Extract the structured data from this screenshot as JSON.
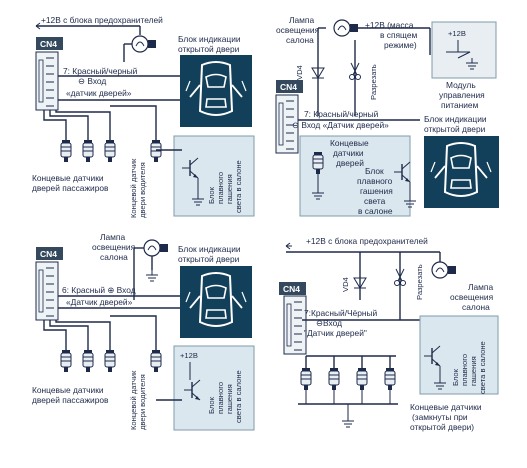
{
  "colors": {
    "ink": "#1e2a4a",
    "panel": "#dbe7ee",
    "indicator": "#123f5a",
    "connector_tag": "#34495e"
  },
  "icons": [
    "lamp-icon",
    "car-top-view-icon",
    "scissors-icon",
    "diode-icon",
    "transistor-icon",
    "ground-icon",
    "door-switch-icon"
  ],
  "d1": {
    "power": "+12В с блока предохранителей",
    "connector": "CN4",
    "wire": "7: Красный/черный",
    "input": "⊖ Вход",
    "sensor": "«датчик дверей»",
    "indicator_line1": "Блок индикации",
    "indicator_line2": "открытой двери",
    "passenger_line1": "Концевые датчики",
    "passenger_line2": "дверей пассажиров",
    "driver_line1": "Концевой датчик",
    "driver_line2": "двери водителя",
    "dimmer_line1": "Блок",
    "dimmer_line2": "плавного",
    "dimmer_line3": "гашения",
    "dimmer_line4": "света в салоне"
  },
  "d2": {
    "lamp_line1": "Лампа",
    "lamp_line2": "освещения",
    "lamp_line3": "салона",
    "power": "+12В (масса",
    "power_line2": "в спящем",
    "power_line3": "режиме)",
    "plus12": "+12В",
    "module_line1": "Модуль",
    "module_line2": "управления",
    "module_line3": "питанием",
    "vd": "VD4",
    "cut": "Разрезать",
    "connector": "CN4",
    "wire": "7: Красный/черный",
    "input": "⊖ Вход «Датчик дверей»",
    "indicator_line1": "Блок индикации",
    "indicator_line2": "открытой двери",
    "switch_line1": "Концевые",
    "switch_line2": "датчики",
    "switch_line3": "дверей",
    "dimmer_line1": "Блок",
    "dimmer_line2": "плавного",
    "dimmer_line3": "гашения",
    "dimmer_line4": "света",
    "dimmer_line5": "в салоне"
  },
  "d3": {
    "lamp_line1": "Лампа",
    "lamp_line2": "освещения",
    "lamp_line3": "салона",
    "connector": "CN4",
    "wire": "6: Красный ⊕ Вход",
    "sensor": "«Датчик дверей»",
    "indicator_line1": "Блок индикации",
    "indicator_line2": "открытой двери",
    "plus12": "+12В",
    "passenger_line1": "Концевые датчики",
    "passenger_line2": "дверей пассажиров",
    "driver_line1": "Концевой датчик",
    "driver_line2": "двери водителя",
    "dimmer_line1": "Блок",
    "dimmer_line2": "плавного",
    "dimmer_line3": "гашения",
    "dimmer_line4": "света в салоне"
  },
  "d4": {
    "power": "+12В с блока предохранителей",
    "connector": "CN4",
    "vd": "VD4",
    "cut": "Разрезать",
    "lamp_line1": "Лампа",
    "lamp_line2": "освещения",
    "lamp_line3": "салона",
    "wire": "7:Красный/Чёрный",
    "input": "⊖Вход",
    "sensor": "\"Датчик дверей\"",
    "dimmer_line1": "Блок",
    "dimmer_line2": "плавного",
    "dimmer_line3": "гашения",
    "dimmer_line4": "света в салоне",
    "switches_line1": "Концевые датчики",
    "switches_line2": "(замкнуты при",
    "switches_line3": "открытой двери)"
  }
}
